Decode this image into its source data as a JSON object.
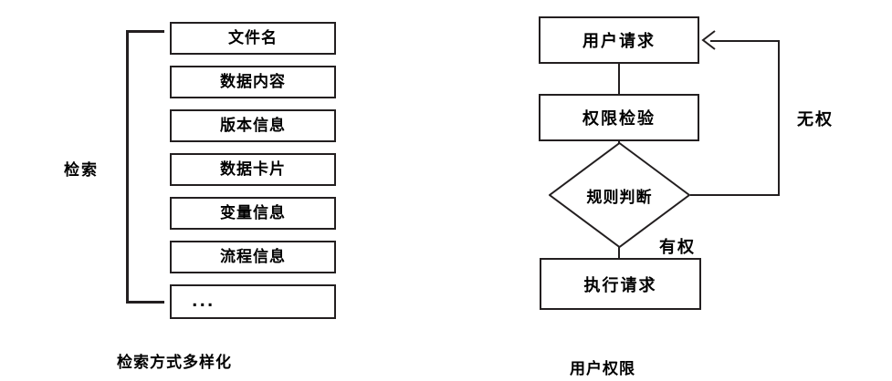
{
  "left_diagram": {
    "name": "retrieval-diversity-diagram",
    "bracket_label": "检索",
    "caption": "检索方式多样化",
    "items": [
      {
        "label": "文件名"
      },
      {
        "label": "数据内容"
      },
      {
        "label": "版本信息"
      },
      {
        "label": "数据卡片"
      },
      {
        "label": "变量信息"
      },
      {
        "label": "流程信息"
      },
      {
        "label": "..."
      }
    ]
  },
  "right_diagram": {
    "name": "user-permission-flowchart",
    "caption": "用户权限",
    "nodes": {
      "request": {
        "label": "用户请求",
        "shape": "rectangle"
      },
      "auth": {
        "label": "权限检验",
        "shape": "rectangle"
      },
      "decision": {
        "label": "规则判断",
        "shape": "diamond"
      },
      "execute": {
        "label": "执行请求",
        "shape": "rectangle"
      }
    },
    "edges": {
      "no_permission": "无权",
      "has_permission": "有权"
    }
  },
  "style": {
    "stroke": "#231f20",
    "background": "#ffffff",
    "text": "#000000"
  }
}
